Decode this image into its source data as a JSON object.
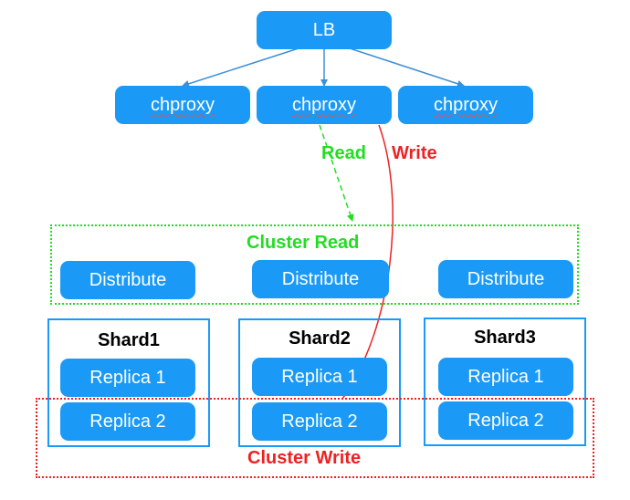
{
  "load_balancer": {
    "label": "LB"
  },
  "proxies": [
    {
      "label": "chproxy"
    },
    {
      "label": "chproxy"
    },
    {
      "label": "chproxy"
    }
  ],
  "flows": {
    "read_label": "Read",
    "write_label": "Write"
  },
  "cluster_read": {
    "label": "Cluster Read",
    "distributes": [
      {
        "label": "Distribute"
      },
      {
        "label": "Distribute"
      },
      {
        "label": "Distribute"
      }
    ]
  },
  "shards": [
    {
      "title": "Shard1",
      "replicas": [
        {
          "label": "Replica 1"
        },
        {
          "label": "Replica 2"
        }
      ]
    },
    {
      "title": "Shard2",
      "replicas": [
        {
          "label": "Replica 1"
        },
        {
          "label": "Replica 2"
        }
      ]
    },
    {
      "title": "Shard3",
      "replicas": [
        {
          "label": "Replica 1"
        },
        {
          "label": "Replica 2"
        }
      ]
    }
  ],
  "cluster_write": {
    "label": "Cluster Write"
  },
  "colors": {
    "node_fill": "#1a9af6",
    "edge": "#3d8fd6",
    "read": "#22dd22",
    "write": "#ee2222"
  }
}
